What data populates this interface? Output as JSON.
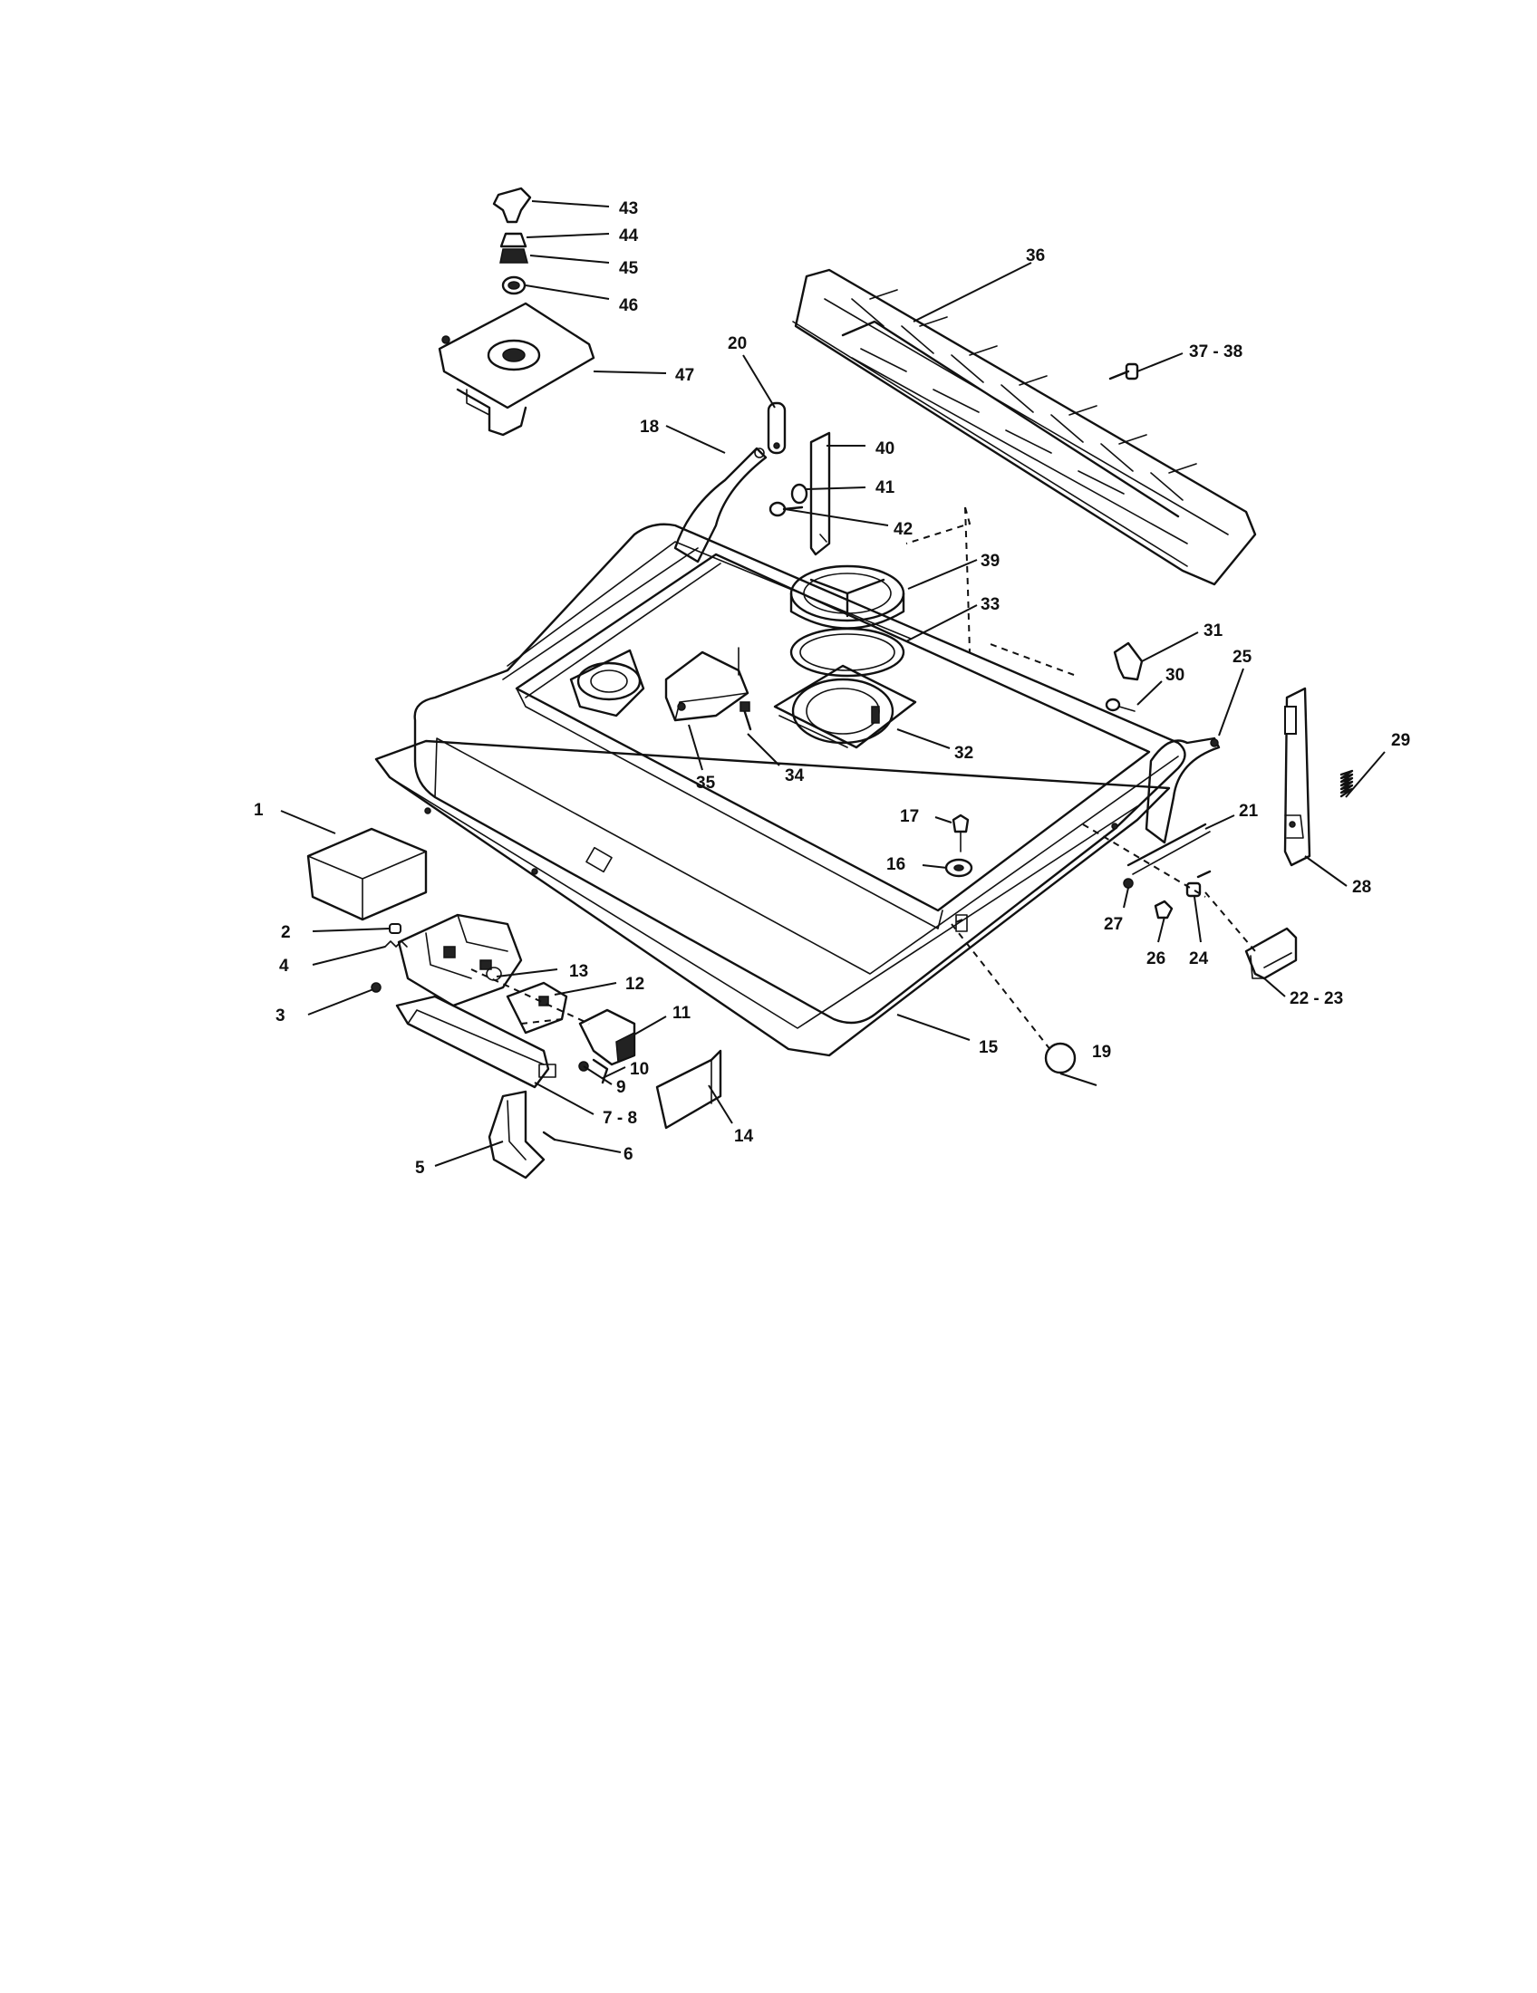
{
  "callouts": [
    {
      "id": "c1",
      "text": "1"
    },
    {
      "id": "c2",
      "text": "2"
    },
    {
      "id": "c3",
      "text": "3"
    },
    {
      "id": "c4",
      "text": "4"
    },
    {
      "id": "c5",
      "text": "5"
    },
    {
      "id": "c6",
      "text": "6"
    },
    {
      "id": "c7",
      "text": "7 - 8"
    },
    {
      "id": "c9",
      "text": "9"
    },
    {
      "id": "c10",
      "text": "10"
    },
    {
      "id": "c11",
      "text": "11"
    },
    {
      "id": "c12",
      "text": "12"
    },
    {
      "id": "c13",
      "text": "13"
    },
    {
      "id": "c14",
      "text": "14"
    },
    {
      "id": "c15",
      "text": "15"
    },
    {
      "id": "c16",
      "text": "16"
    },
    {
      "id": "c17",
      "text": "17"
    },
    {
      "id": "c18",
      "text": "18"
    },
    {
      "id": "c19",
      "text": "19"
    },
    {
      "id": "c20",
      "text": "20"
    },
    {
      "id": "c21",
      "text": "21"
    },
    {
      "id": "c22",
      "text": "22 - 23"
    },
    {
      "id": "c24",
      "text": "24"
    },
    {
      "id": "c25",
      "text": "25"
    },
    {
      "id": "c26",
      "text": "26"
    },
    {
      "id": "c27",
      "text": "27"
    },
    {
      "id": "c28",
      "text": "28"
    },
    {
      "id": "c29",
      "text": "29"
    },
    {
      "id": "c30",
      "text": "30"
    },
    {
      "id": "c31",
      "text": "31"
    },
    {
      "id": "c32",
      "text": "32"
    },
    {
      "id": "c33",
      "text": "33"
    },
    {
      "id": "c34",
      "text": "34"
    },
    {
      "id": "c35",
      "text": "35"
    },
    {
      "id": "c36",
      "text": "36"
    },
    {
      "id": "c37",
      "text": "37 - 38"
    },
    {
      "id": "c39",
      "text": "39"
    },
    {
      "id": "c40",
      "text": "40"
    },
    {
      "id": "c41",
      "text": "41"
    },
    {
      "id": "c42",
      "text": "42"
    },
    {
      "id": "c43",
      "text": "43"
    },
    {
      "id": "c44",
      "text": "44"
    },
    {
      "id": "c45",
      "text": "45"
    },
    {
      "id": "c46",
      "text": "46"
    },
    {
      "id": "c47",
      "text": "47"
    }
  ]
}
